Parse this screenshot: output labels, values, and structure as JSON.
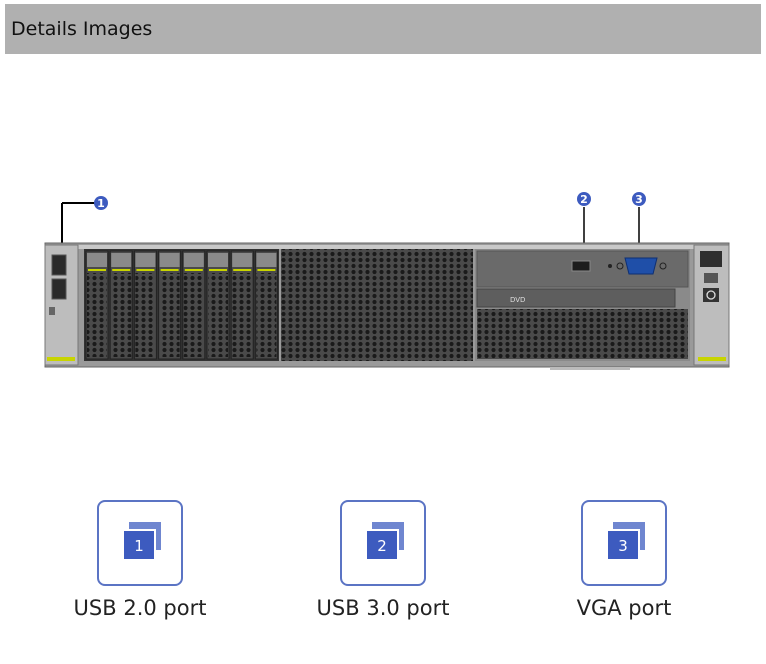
{
  "header": {
    "title": "Details Images"
  },
  "server": {
    "callouts": [
      "1",
      "2",
      "3"
    ],
    "dvd_label": "DVD"
  },
  "features": [
    {
      "number": "1",
      "label": "USB 2.0 port"
    },
    {
      "number": "2",
      "label": "USB 3.0 port"
    },
    {
      "number": "3",
      "label": "VGA port"
    }
  ],
  "colors": {
    "header_bg": "#b0b0b0",
    "accent_blue": "#3d5bbf",
    "frame_blue": "#5b74c4",
    "indicator_yellow": "#c8d400"
  }
}
